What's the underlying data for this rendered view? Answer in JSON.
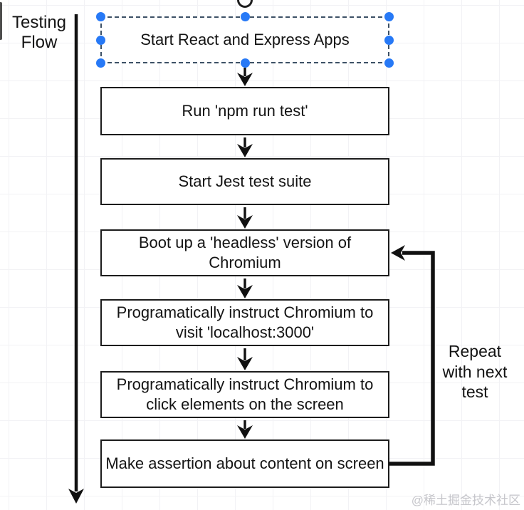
{
  "diagram": {
    "flow_label": "Testing Flow",
    "loop_label": "Repeat with next test",
    "watermark": "@稀土掘金技术社区",
    "steps": [
      {
        "label": "Start React and Express Apps",
        "selected": true
      },
      {
        "label": "Run 'npm run test'",
        "selected": false
      },
      {
        "label": "Start Jest test suite",
        "selected": false
      },
      {
        "label": "Boot up a 'headless' version of Chromium",
        "selected": false
      },
      {
        "label": "Programatically instruct Chromium to visit 'localhost:3000'",
        "selected": false
      },
      {
        "label": "Programatically instruct Chromium to click elements on the screen",
        "selected": false
      },
      {
        "label": "Make assertion about content on screen",
        "selected": false
      }
    ],
    "colors": {
      "selection_handle": "#2779f6",
      "selection_outline": "#3d5166",
      "box_border": "#1c1c1c",
      "ink": "#141414",
      "arrow": "#111111",
      "grid_line": "#f2f2f5",
      "watermark": "#c6c6cb"
    }
  }
}
